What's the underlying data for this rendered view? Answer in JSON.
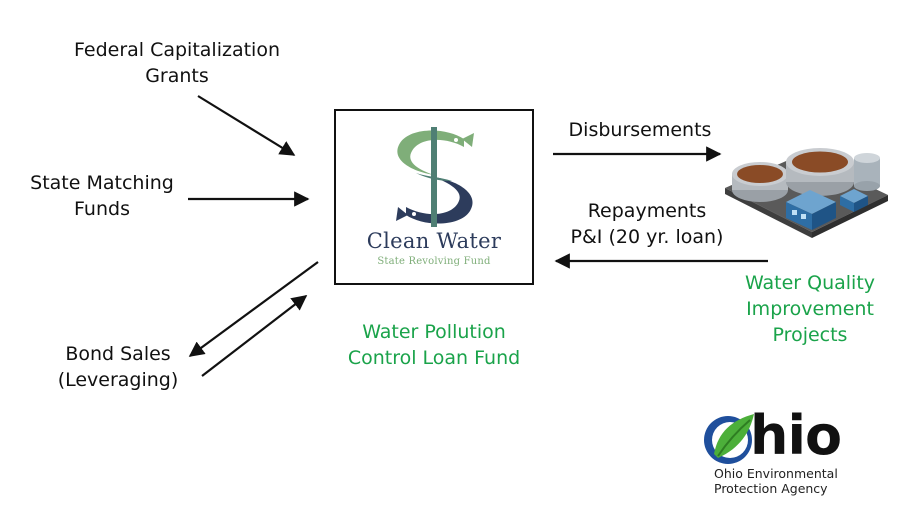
{
  "sources": {
    "federal": [
      "Federal Capitalization",
      "Grants"
    ],
    "state": [
      "State Matching",
      "Funds"
    ],
    "bonds": [
      "Bond Sales",
      "(Leveraging)"
    ]
  },
  "fund": {
    "logo_title": "Clean Water",
    "logo_subtitle": "State Revolving Fund",
    "caption": [
      "Water Pollution",
      "Control Loan Fund"
    ]
  },
  "flows": {
    "disbursements": "Disbursements",
    "repayments": [
      "Repayments",
      "P&I (20 yr. loan)"
    ]
  },
  "projects": {
    "caption": [
      "Water Quality",
      "Improvement",
      "Projects"
    ]
  },
  "agency_logo": {
    "wordmark": "hio",
    "agency": [
      "Ohio Environmental",
      "Protection Agency"
    ]
  },
  "colors": {
    "caption_green": "#1aa34a",
    "logo_navy": "#2d3c5c",
    "logo_green": "#7fae79"
  }
}
